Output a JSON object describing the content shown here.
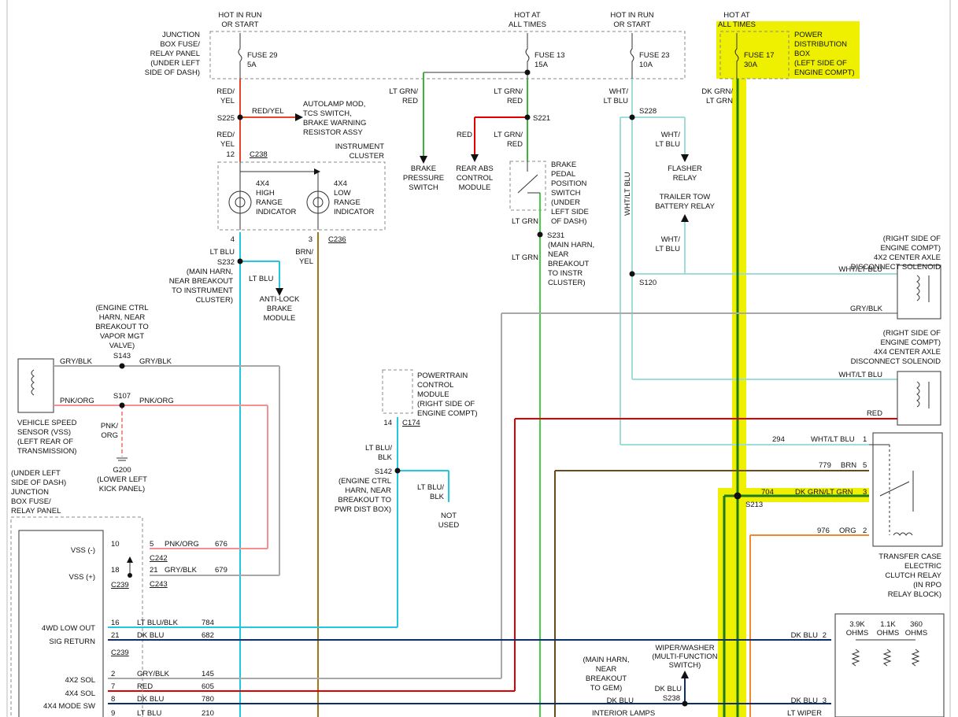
{
  "colors": {
    "red_yel": "#e8442a",
    "lt_grn_red": "#3ab53a",
    "red": "#e00000",
    "wht_lt_blu": "#9fdcdc",
    "lt_blu": "#22c8e0",
    "brn_yel": "#a07a10",
    "gry_blk": "#a8a8a8",
    "pnk_org": "#f49090",
    "lt_grn": "#44d044",
    "dk_blu": "#0c2f6a",
    "brn": "#6a4a1a",
    "org": "#f08a30",
    "dk_grn_lt_grn": "#1e7a1e",
    "highlight": "#eef000"
  },
  "top": {
    "hot_run_start_1": [
      "HOT IN RUN",
      "OR START"
    ],
    "hot_all_times_1": [
      "HOT AT",
      "ALL TIMES"
    ],
    "hot_run_start_2": [
      "HOT IN RUN",
      "OR START"
    ],
    "hot_all_times_2": [
      "HOT AT",
      "ALL TIMES"
    ],
    "junction_box": [
      "JUNCTION",
      "BOX FUSE/",
      "RELAY PANEL",
      "(UNDER LEFT",
      "SIDE OF DASH)"
    ],
    "fuse29": [
      "FUSE 29",
      "5A"
    ],
    "fuse13": [
      "FUSE 13",
      "15A"
    ],
    "fuse23": [
      "FUSE 23",
      "10A"
    ],
    "fuse17": [
      "FUSE 17",
      "30A"
    ],
    "power_dist": [
      "POWER",
      "DISTRIBUTION",
      "BOX",
      "(LEFT SIDE OF",
      "ENGINE COMPT)"
    ]
  },
  "left": {
    "red_yel_1": [
      "RED/",
      "YEL"
    ],
    "s225": "S225",
    "red_yel_branch": "RED/YEL",
    "autolamp": [
      "AUTOLAMP MOD,",
      "TCS SWITCH,",
      "BRAKE WARNING",
      "RESISTOR ASSY"
    ],
    "red_yel_2": [
      "RED/",
      "YEL"
    ],
    "pin12": "12",
    "c238": "C238",
    "instrument_cluster": [
      "INSTRUMENT",
      "CLUSTER"
    ],
    "high_range": [
      "4X4",
      "HIGH",
      "RANGE",
      "INDICATOR"
    ],
    "low_range": [
      "4X4",
      "LOW",
      "RANGE",
      "INDICATOR"
    ],
    "pin4": "4",
    "pin3": "3",
    "c236": "C236",
    "lt_blu_1": "LT BLU",
    "s232": "S232",
    "brn_yel": [
      "BRN/",
      "YEL"
    ],
    "main_harn_ic": [
      "(MAIN HARN,",
      "NEAR BREAKOUT",
      "TO INSTRUMENT",
      "CLUSTER)"
    ],
    "lt_blu_2": "LT BLU",
    "abs_module": [
      "ANTI-LOCK",
      "BRAKE",
      "MODULE"
    ],
    "engine_ctrl_vmv": [
      "(ENGINE CTRL",
      "HARN, NEAR",
      "BREAKOUT TO",
      "VAPOR MGT",
      "VALVE)"
    ],
    "s143": "S143",
    "gry_blk_1": "GRY/BLK",
    "gry_blk_2": "GRY/BLK",
    "s107": "S107",
    "pnk_org_1": "PNK/ORG",
    "pnk_org_2": "PNK/ORG",
    "pnk_org_3": [
      "PNK/",
      "ORG"
    ],
    "vss": [
      "VEHICLE SPEED",
      "SENSOR (VSS)",
      "(LEFT REAR OF",
      "TRANSMISSION)"
    ],
    "g200": "G200",
    "g200_loc": [
      "(LOWER LEFT",
      "KICK PANEL)"
    ],
    "junction_box_2": [
      "(UNDER LEFT",
      "SIDE OF DASH)",
      "JUNCTION",
      "BOX FUSE/",
      "RELAY PANEL"
    ],
    "vss_minus": "VSS (-)",
    "vss_plus": "VSS (+)",
    "pin10": "10",
    "pin18": "18",
    "c239_a": "C239",
    "pin5": "5",
    "pnk_org_4": "PNK/ORG",
    "w676": "676",
    "c242": "C242",
    "pin21": "21",
    "gry_blk_3": "GRY/BLK",
    "w679": "679",
    "c243": "C243"
  },
  "mid": {
    "lt_grn_red_1": [
      "LT GRN/",
      "RED"
    ],
    "brake_pressure": [
      "BRAKE",
      "PRESSURE",
      "SWITCH"
    ],
    "lt_grn_red_2": [
      "LT GRN/",
      "RED"
    ],
    "s221": "S221",
    "red_1": "RED",
    "rear_abs": [
      "REAR ABS",
      "CONTROL",
      "MODULE"
    ],
    "lt_grn_red_3": [
      "LT GRN/",
      "RED"
    ],
    "bpp_switch": [
      "BRAKE",
      "PEDAL",
      "POSITION",
      "SWITCH",
      "(UNDER",
      "LEFT SIDE",
      "OF DASH)"
    ],
    "lt_grn_1": "LT GRN",
    "s231": "S231",
    "lt_grn_2": "LT GRN",
    "main_harn_ic2": [
      "(MAIN HARN,",
      "NEAR",
      "BREAKOUT",
      "TO INSTR",
      "CLUSTER)"
    ],
    "pcm": [
      "POWERTRAIN",
      "CONTROL",
      "MODULE",
      "(RIGHT SIDE OF",
      "ENGINE COMPT)"
    ],
    "pin14": "14",
    "c174": "C174",
    "lt_blu_blk_1": [
      "LT BLU/",
      "BLK"
    ],
    "s142": "S142",
    "engine_ctrl_pdb": [
      "(ENGINE CTRL",
      "HARN, NEAR",
      "BREAKOUT TO",
      "PWR DIST BOX)"
    ],
    "lt_blu_blk_2": [
      "LT BLU/",
      "BLK"
    ],
    "not_used": [
      "NOT",
      "USED"
    ]
  },
  "right": {
    "wht_lt_blu_1": [
      "WHT/",
      "LT BLU"
    ],
    "s228": "S228",
    "wht_lt_blu_2": [
      "WHT/",
      "LT BLU"
    ],
    "flasher_relay": [
      "FLASHER",
      "RELAY"
    ],
    "trailer_tow": [
      "TRAILER TOW",
      "BATTERY RELAY"
    ],
    "wht_lt_blu_vert": "WHT/LT BLU",
    "wht_lt_blu_3": [
      "WHT/",
      "LT BLU"
    ],
    "s120": "S120",
    "dk_grn_lt_grn": [
      "DK GRN/",
      "LT GRN"
    ],
    "solenoid_4x2": [
      "(RIGHT SIDE OF",
      "ENGINE COMPT)",
      "4X2 CENTER AXLE",
      "DISCONNECT SOLENOID"
    ],
    "wht_lt_blu_4": "WHT/LT BLU",
    "gry_blk_r": "GRY/BLK",
    "solenoid_4x4": [
      "(RIGHT SIDE OF",
      "ENGINE COMPT)",
      "4X4 CENTER AXLE",
      "DISCONNECT SOLENOID"
    ],
    "wht_lt_blu_5": "WHT/LT BLU",
    "red_r": "RED",
    "w294": "294",
    "wht_lt_blu_6": "WHT/LT BLU",
    "pin_r1": "1",
    "w779": "779",
    "brn": "BRN",
    "pin_r5": "5",
    "w704": "704",
    "dk_grn_lt_grn_2": "DK GRN/LT GRN",
    "pin_r3": "3",
    "s213": "S213",
    "w976": "976",
    "org": "ORG",
    "pin_r2": "2",
    "transfer_relay": [
      "TRANSFER CASE",
      "ELECTRIC",
      "CLUTCH RELAY",
      "(IN RPO",
      "RELAY BLOCK)"
    ]
  },
  "bottom": {
    "wd_low_out": "4WD LOW OUT",
    "sig_return": "SIG RETURN",
    "pin16": "16",
    "lt_blu_blk": "LT BLU/BLK",
    "w784": "784",
    "pin21b": "21",
    "dk_blu_1": "DK BLU",
    "w682": "682",
    "c239_b": "C239",
    "sol_4x2": "4X2 SOL",
    "sol_4x4": "4X4 SOL",
    "mode_sw": "4X4 MODE SW",
    "pin2": "2",
    "gry_blk_b": "GRY/BLK",
    "w145": "145",
    "pin7": "7",
    "red_b": "RED",
    "w605": "605",
    "pin8": "8",
    "dk_blu_2": "DK BLU",
    "w780": "780",
    "pin9": "9",
    "lt_blu_b": "LT BLU",
    "w210": "210",
    "dk_blu_r": "DK BLU",
    "pin_b2": "2",
    "ohms_39": [
      "3.9K",
      "OHMS"
    ],
    "ohms_11": [
      "1.1K",
      "OHMS"
    ],
    "ohms_360": [
      "360",
      "OHMS"
    ],
    "wiper": [
      "WIPER/WASHER",
      "(MULTI-FUNCTION",
      "SWITCH)"
    ],
    "main_harn_gem": [
      "(MAIN HARN,",
      "NEAR",
      "BREAKOUT",
      "TO GEM)"
    ],
    "dk_blu_3": "DK BLU",
    "s238": "S238",
    "dk_blu_4": "DK BLU",
    "dk_blu_r2": "DK BLU",
    "pin_b3": "3",
    "lt_wiper": "LT WIPER",
    "interior_lamps": "INTERIOR LAMPS"
  }
}
